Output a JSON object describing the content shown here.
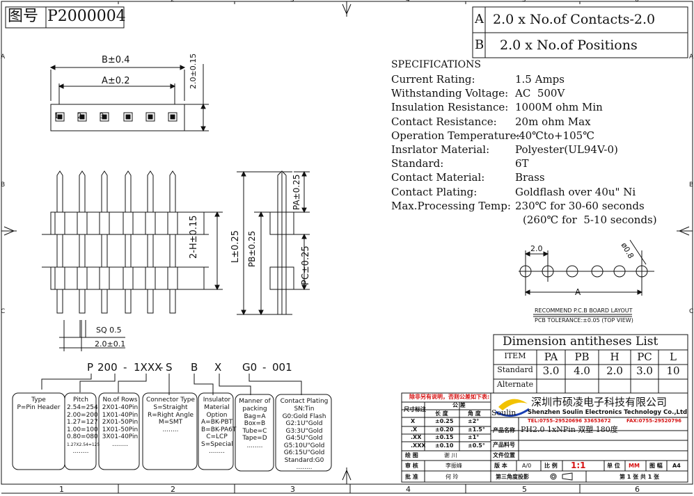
{
  "drawing_no": {
    "label": "图号",
    "value": "P2000004"
  },
  "formula": {
    "row_a": {
      "key": "A",
      "text": "2.0 x No.of Contacts-2.0"
    },
    "row_b": {
      "key": "B",
      "text": "2.0 x No.of Positions"
    }
  },
  "specifications": {
    "heading": "SPECIFICATIONS",
    "rows": [
      {
        "label": "Current Rating:",
        "value": "1.5 Amps"
      },
      {
        "label": "Withstanding Voltage:",
        "value": "AC  500V"
      },
      {
        "label": "Insulation Resistance:",
        "value": "1000M ohm Min"
      },
      {
        "label": "Contact Resistance:",
        "value": "20m ohm Max"
      },
      {
        "label": "Operation Temperature:",
        "value": "-40℃to+105℃"
      },
      {
        "label": "Insrlator Material:",
        "value": "Polyester(UL94V-0)"
      },
      {
        "label": "Standard:",
        "value": "6T"
      },
      {
        "label": "Contact Material:",
        "value": "Brass"
      },
      {
        "label": "Contact Plating:",
        "value": "Goldflash over 40u\" Ni"
      },
      {
        "label": "Max.Processing Temp:",
        "value": "230℃ for 30-60 seconds"
      }
    ],
    "extra_line": "(260℃ for  5-10 seconds)"
  },
  "dims": {
    "b": "B±0.4",
    "a": "A±0.2",
    "h20": "2.0±0.15",
    "pin1": "1",
    "pin2": "2",
    "pin3": "3",
    "h2": "2-H±0.15",
    "l": "L±0.25",
    "pb": "PB±0.25",
    "pa": "PA±0.25",
    "pc": "PC±0.25",
    "sq": "SQ 0.5",
    "pitch": "2.0±0.1"
  },
  "pcb": {
    "pitch": "2.0",
    "hole": "ø0.8",
    "a": "A",
    "title": "RECOMMEND P.C.B BOARD LAYOUT",
    "subtitle": "PCB TOLERANCE:±0.05 (TOP VIEW)"
  },
  "part_number": {
    "parts": [
      "P",
      "200",
      "-",
      "1XXX",
      "-",
      "S",
      "B",
      "X",
      "G0",
      "-",
      "001"
    ]
  },
  "legend_boxes": [
    {
      "title": "Type",
      "lines": [
        "P=Pin Header"
      ]
    },
    {
      "title": "Pitch",
      "lines": [
        "2.54=254",
        "2.00=200",
        "1.27=127",
        "1.00=100",
        "0.80=080",
        "1.27X2.54=125",
        "........"
      ]
    },
    {
      "title": "No.of Rows",
      "lines": [
        "2X01-40Pin",
        "1X01-40Pin",
        "2X01-50Pin",
        "1X01-50Pin",
        "3X01-40Pin",
        "........"
      ]
    },
    {
      "title": "Connector Type",
      "lines": [
        "S=Straight",
        "R=Right Angle",
        "M=SMT",
        "........"
      ]
    },
    {
      "title": "Insulator",
      "lines": [
        "Material",
        "Option",
        "A=BK-PBT",
        "B=BK-PA6T",
        "C=LCP",
        "S=Special",
        "........"
      ]
    },
    {
      "title": "Manner of",
      "lines": [
        "packing",
        "Bag=A",
        "Box=B",
        "Tube=C",
        "Tape=D",
        "........"
      ]
    },
    {
      "title": "Contact Plating",
      "lines": [
        "SN:Tin",
        "G0:Gold Flash",
        "G2:1U\"Gold",
        "G3:3U\"Gold",
        "G4:5U\"Gold",
        "G5:10U\"Gold",
        "G6:15U\"Gold",
        "Standard:G0",
        "........"
      ]
    }
  ],
  "dimension_table": {
    "title": "Dimension antitheses List",
    "headers": [
      "ITEM",
      "PA",
      "PB",
      "H",
      "PC",
      "L"
    ],
    "standard": [
      "Standard",
      "3.0",
      "4.0",
      "2.0",
      "3.0",
      "10"
    ],
    "alternate": [
      "Alternate",
      "",
      "",
      "",
      "",
      ""
    ]
  },
  "title_block": {
    "notice": "除非另有说明，否则公差如下表:",
    "tolerance_header": "公 差",
    "col_size": "尺寸标注",
    "col_length": "长 度",
    "col_angle": "角 度",
    "tol_rows": [
      {
        "k": "X",
        "len": "±0.25",
        "ang": "±2°"
      },
      {
        "k": ".X",
        "len": "±0.20",
        "ang": "±1.5°"
      },
      {
        "k": ".XX",
        "len": "±0.15",
        "ang": "±1°"
      },
      {
        "k": ".XXX",
        "len": "±0.10",
        "ang": "±0.5°"
      }
    ],
    "company_cn": "深圳市硕凌电子科技有限公司",
    "company_en": "Shenzhen Soulin Electronics Technology Co.,Ltd",
    "tel": "TEL:0755-29520696 33653672",
    "fax": "FAX:0755-29520796",
    "logo": "Soulin",
    "product_name_label": "产品名称",
    "product_name": "PH2.0 1xNPin 双塑 180度",
    "product_no_label": "产品料号",
    "product_no": "",
    "customer_no_label": "产品料号",
    "file_label": "文件位置",
    "drawn_label": "绘 图",
    "drawn_by": "谢 川",
    "review_label": "审 核",
    "review_by": "李振峰",
    "approve_label": "批 准",
    "approve_by": "何 玲",
    "version_label": "版 本",
    "version": "A/0",
    "scale_label": "比 例",
    "scale": "1:1",
    "unit_label": "单 位",
    "unit": "MM",
    "size_label": "图 幅",
    "size": "A4",
    "projection": "第三角度投影",
    "page": "第 1 张 共 1 张"
  },
  "frame": {
    "top_numbers": [
      "2",
      "3",
      "4",
      "5",
      "6"
    ],
    "bottom_numbers": [
      "1",
      "2",
      "3",
      "4",
      "5",
      "6"
    ],
    "side_letters": [
      "A",
      "B",
      "C"
    ]
  },
  "colors": {
    "ink": "#111111",
    "red": "#d61010",
    "blue": "#1a3fb3",
    "logo_yellow": "#f2c200"
  }
}
